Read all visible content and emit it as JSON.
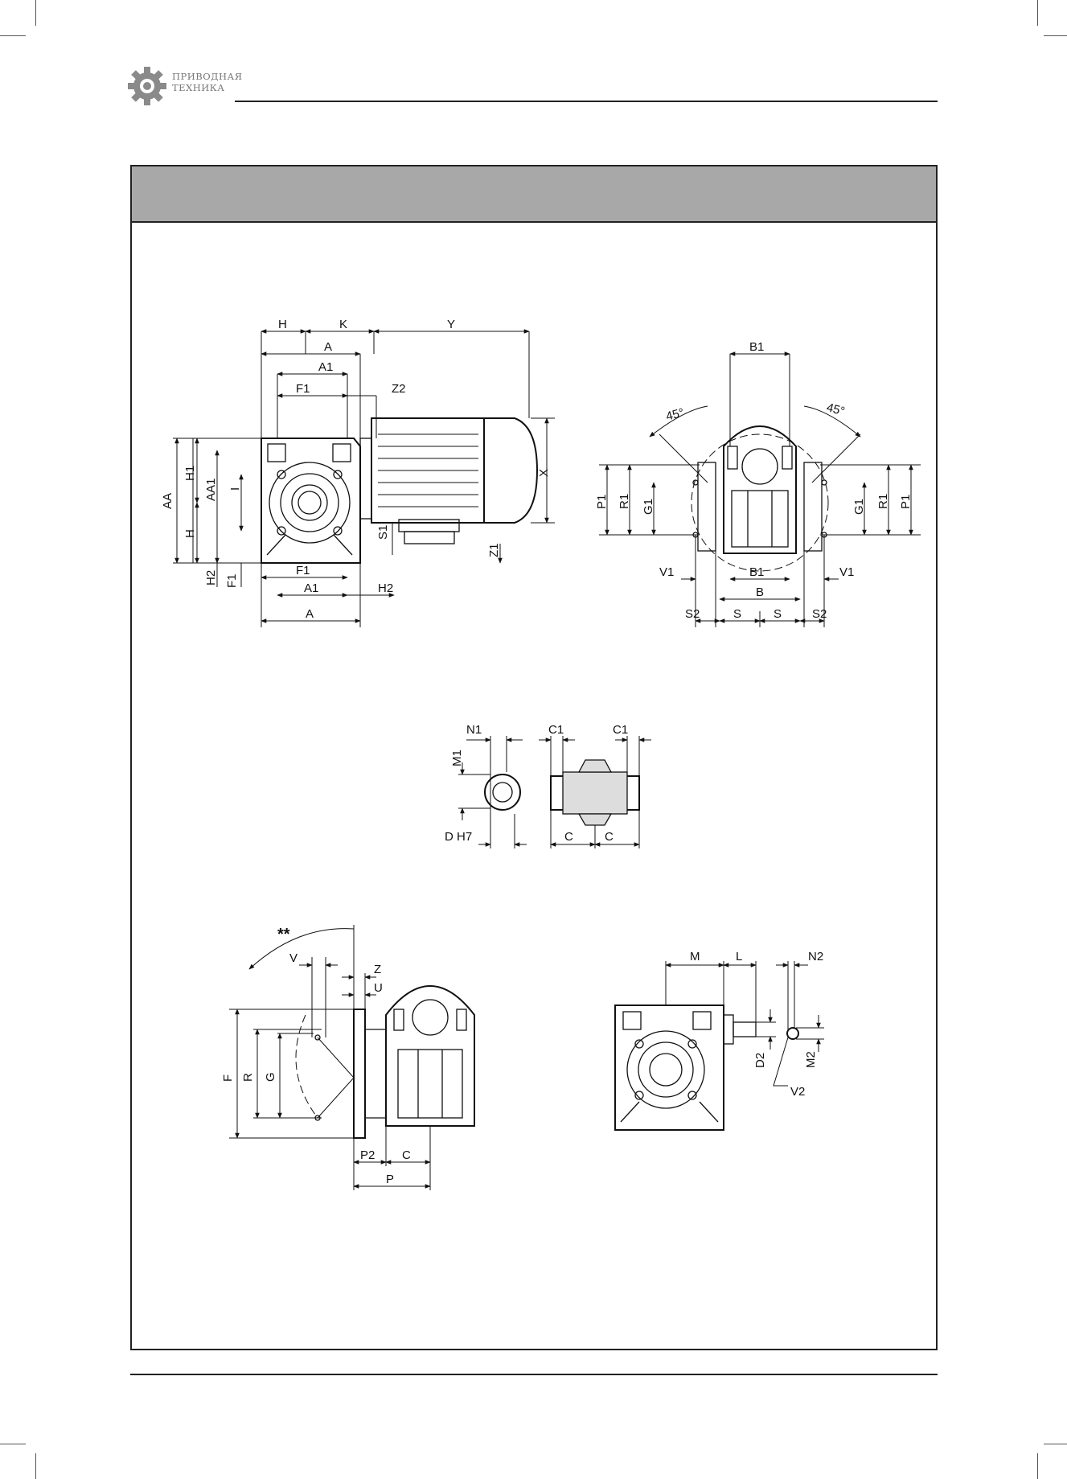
{
  "header": {
    "brand_line1": "ПРИВОДНАЯ",
    "brand_line2": "ТЕХНИКА",
    "logo_icon": "gear-icon"
  },
  "banner": {
    "color": "#a8a8a8"
  },
  "drawings": {
    "gearmotor_side": {
      "labels": [
        "H",
        "K",
        "Y",
        "A",
        "A1",
        "F1",
        "Z2",
        "X",
        "AA",
        "H1",
        "AA1",
        "I",
        "H",
        "S1",
        "Z1",
        "H2",
        "F1",
        "F1",
        "A1",
        "H2",
        "A"
      ]
    },
    "flange_front": {
      "labels": [
        "B1",
        "45°",
        "45°",
        "P1",
        "R1",
        "G1",
        "G1",
        "R1",
        "P1",
        "V1",
        "B1",
        "V1",
        "B",
        "S2",
        "S",
        "S",
        "S2"
      ]
    },
    "hollow_shaft": {
      "labels": [
        "N1",
        "C1",
        "C1",
        "M1",
        "D H7",
        "C",
        "C"
      ]
    },
    "output_flange": {
      "labels": [
        "**",
        "V",
        "Z",
        "U",
        "F",
        "R",
        "G",
        "P2",
        "C",
        "P"
      ]
    },
    "input_shaft": {
      "labels": [
        "M",
        "L",
        "N2",
        "D2",
        "M2",
        "V2"
      ]
    }
  }
}
